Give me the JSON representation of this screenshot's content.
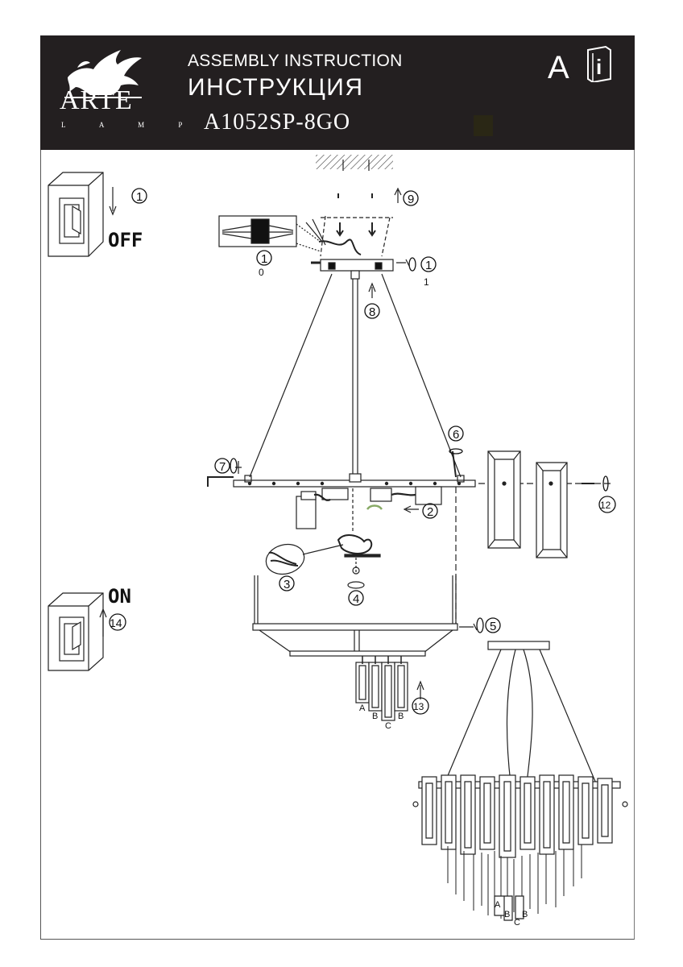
{
  "header": {
    "brand": "ARTE",
    "brand_sub": "L A M P",
    "title_en": "ASSEMBLY INSTRUCTION",
    "title_ru": "ИНСТРУКЦИЯ",
    "model": "A1052SP-8GO",
    "badge": "A",
    "info_glyph": "i"
  },
  "switches": {
    "off_label": "OFF",
    "on_label": "ON"
  },
  "steps": {
    "s1": "1",
    "s2": "2",
    "s3": "3",
    "s4": "4",
    "s5": "5",
    "s6": "6",
    "s7": "7",
    "s8": "8",
    "s9": "9",
    "s10a": "1",
    "s10b": "0",
    "s11a": "1",
    "s11b": "1",
    "s12": "12",
    "s13": "13",
    "s14": "14"
  },
  "crystal_labels": {
    "a": "A",
    "b1": "B",
    "c": "C",
    "b2": "B"
  },
  "final_labels": {
    "a": "A",
    "b1": "B",
    "b2": "B",
    "c": "C"
  },
  "icons": [
    "griffin-logo",
    "info-book-icon",
    "wall-switch-icon",
    "arrow-icon",
    "screw-icon",
    "connector-block-icon"
  ],
  "colors": {
    "header_bg": "#231f20",
    "header_text": "#ffffff",
    "line": "#222222"
  }
}
